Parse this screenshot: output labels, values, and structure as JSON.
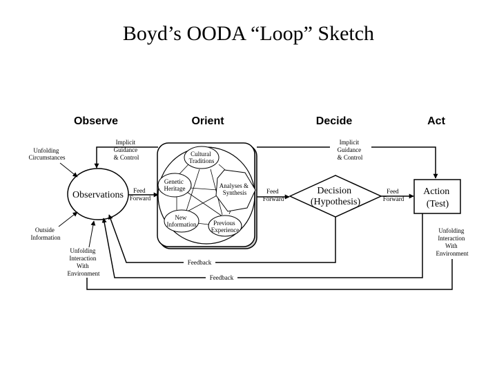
{
  "title": "Boyd’s OODA “Loop” Sketch",
  "phases": {
    "observe": "Observe",
    "orient": "Orient",
    "decide": "Decide",
    "act": "Act"
  },
  "observe": {
    "node": "Observations",
    "inputs": {
      "unfolding_circumstances": [
        "Unfolding",
        "Circumstances"
      ],
      "outside_information": [
        "Outside",
        "Information"
      ],
      "unfolding_interaction": [
        "Unfolding",
        "Interaction",
        "With",
        "Environment"
      ]
    }
  },
  "orient": {
    "cultural_traditions": [
      "Cultural",
      "Traditions"
    ],
    "genetic_heritage": [
      "Genetic",
      "Heritage"
    ],
    "analyses_synthesis": [
      "Analyses &",
      "Synthesis"
    ],
    "new_information": [
      "New",
      "Information"
    ],
    "previous_experience": [
      "Previous",
      "Experience"
    ]
  },
  "decide": {
    "node": [
      "Decision",
      "(Hypothesis)"
    ]
  },
  "act": {
    "node": [
      "Action",
      "(Test)"
    ],
    "unfolding_interaction": [
      "Unfolding",
      "Interaction",
      "With",
      "Environment"
    ]
  },
  "connectors": {
    "implicit_left": [
      "Implicit",
      "Guidance",
      "& Control"
    ],
    "implicit_right": [
      "Implicit",
      "Guidance",
      "& Control"
    ],
    "feed_forward": [
      "Feed",
      "Forward"
    ],
    "feedback": "Feedback"
  }
}
